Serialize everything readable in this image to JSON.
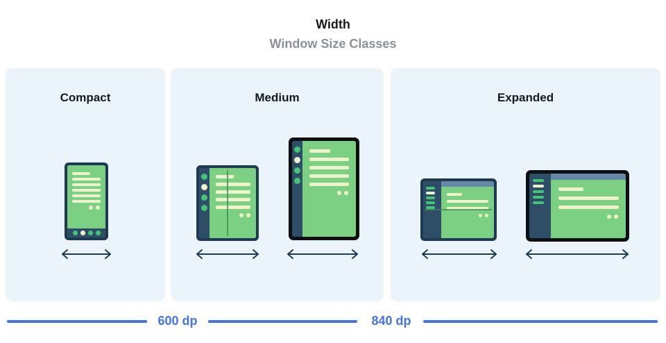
{
  "header": {
    "title": "Width",
    "subtitle": "Window Size Classes"
  },
  "size_classes": [
    {
      "id": "compact",
      "label": "Compact",
      "devices": [
        {
          "type": "phone-portrait"
        }
      ]
    },
    {
      "id": "medium",
      "label": "Medium",
      "devices": [
        {
          "type": "foldable-portrait"
        },
        {
          "type": "tablet-portrait"
        }
      ]
    },
    {
      "id": "expanded",
      "label": "Expanded",
      "devices": [
        {
          "type": "foldable-landscape"
        },
        {
          "type": "tablet-landscape"
        }
      ]
    }
  ],
  "breakpoints": [
    {
      "label": "600 dp"
    },
    {
      "label": "840 dp"
    }
  ],
  "icons": {
    "width_arrow": "left-right-arrow"
  },
  "colors": {
    "panel_background": "#ebf3fb",
    "accent_blue": "#4374e0",
    "screen_green": "#7cd084",
    "frame_navy": "#1e3a52",
    "sidebar_navy": "#2d4e66",
    "frame_black": "#0d0f12",
    "skeleton_cream": "#f0f2cc",
    "dot_green": "#46c377",
    "topbar_slate": "#6589a6",
    "subtitle_gray": "#8b9199"
  }
}
